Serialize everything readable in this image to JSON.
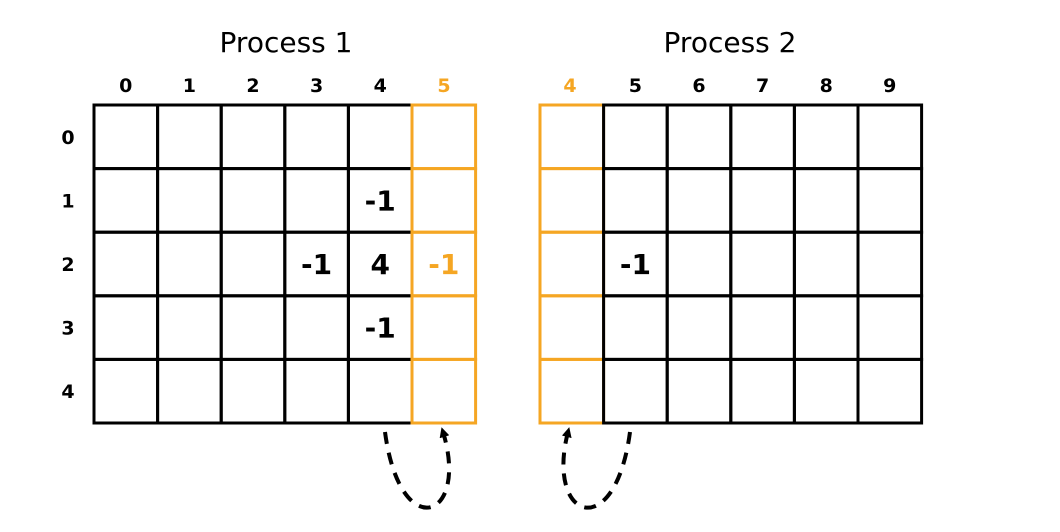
{
  "colors": {
    "grid": "#000000",
    "ghost": "#f5a623",
    "text": "#000000"
  },
  "process1": {
    "title": "Process 1",
    "columns": [
      "0",
      "1",
      "2",
      "3",
      "4"
    ],
    "ghost_column": "5"
  },
  "process2": {
    "title": "Process 2",
    "ghost_column": "4",
    "columns": [
      "5",
      "6",
      "7",
      "8",
      "9"
    ]
  },
  "rows": [
    "0",
    "1",
    "2",
    "3",
    "4"
  ],
  "cells": [
    {
      "grid": "p1",
      "row": 1,
      "col": 4,
      "value": "-1",
      "ghost": false
    },
    {
      "grid": "p1",
      "row": 2,
      "col": 3,
      "value": "-1",
      "ghost": false
    },
    {
      "grid": "p1",
      "row": 2,
      "col": 4,
      "value": "4",
      "ghost": false
    },
    {
      "grid": "p1",
      "row": 2,
      "col": 5,
      "value": "-1",
      "ghost": true
    },
    {
      "grid": "p1",
      "row": 3,
      "col": 4,
      "value": "-1",
      "ghost": false
    },
    {
      "grid": "p2",
      "row": 2,
      "col": 5,
      "value": "-1",
      "ghost": false
    }
  ],
  "exchange_arrows": [
    {
      "from": "process1.column-4",
      "to": "process1.ghost-column-5"
    },
    {
      "from": "process2.column-5",
      "to": "process2.ghost-column-4"
    }
  ]
}
